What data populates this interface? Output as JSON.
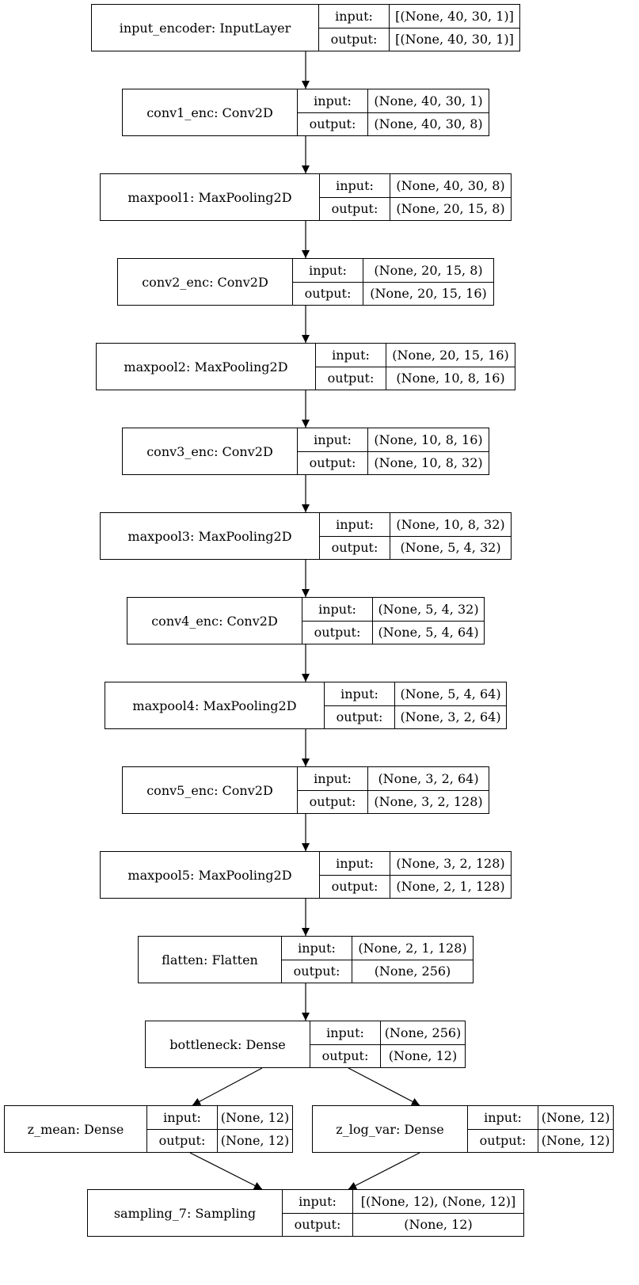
{
  "nodes": [
    {
      "id": "input_encoder",
      "name": "input_encoder: InputLayer",
      "input_label": "input:",
      "output_label": "output:",
      "input_shape": "[(None, 40, 30, 1)]",
      "output_shape": "[(None, 40, 30, 1)]"
    },
    {
      "id": "conv1_enc",
      "name": "conv1_enc: Conv2D",
      "input_label": "input:",
      "output_label": "output:",
      "input_shape": "(None, 40, 30, 1)",
      "output_shape": "(None, 40, 30, 8)"
    },
    {
      "id": "maxpool1",
      "name": "maxpool1: MaxPooling2D",
      "input_label": "input:",
      "output_label": "output:",
      "input_shape": "(None, 40, 30, 8)",
      "output_shape": "(None, 20, 15, 8)"
    },
    {
      "id": "conv2_enc",
      "name": "conv2_enc: Conv2D",
      "input_label": "input:",
      "output_label": "output:",
      "input_shape": "(None, 20, 15, 8)",
      "output_shape": "(None, 20, 15, 16)"
    },
    {
      "id": "maxpool2",
      "name": "maxpool2: MaxPooling2D",
      "input_label": "input:",
      "output_label": "output:",
      "input_shape": "(None, 20, 15, 16)",
      "output_shape": "(None, 10, 8, 16)"
    },
    {
      "id": "conv3_enc",
      "name": "conv3_enc: Conv2D",
      "input_label": "input:",
      "output_label": "output:",
      "input_shape": "(None, 10, 8, 16)",
      "output_shape": "(None, 10, 8, 32)"
    },
    {
      "id": "maxpool3",
      "name": "maxpool3: MaxPooling2D",
      "input_label": "input:",
      "output_label": "output:",
      "input_shape": "(None, 10, 8, 32)",
      "output_shape": "(None, 5, 4, 32)"
    },
    {
      "id": "conv4_enc",
      "name": "conv4_enc: Conv2D",
      "input_label": "input:",
      "output_label": "output:",
      "input_shape": "(None, 5, 4, 32)",
      "output_shape": "(None, 5, 4, 64)"
    },
    {
      "id": "maxpool4",
      "name": "maxpool4: MaxPooling2D",
      "input_label": "input:",
      "output_label": "output:",
      "input_shape": "(None, 5, 4, 64)",
      "output_shape": "(None, 3, 2, 64)"
    },
    {
      "id": "conv5_enc",
      "name": "conv5_enc: Conv2D",
      "input_label": "input:",
      "output_label": "output:",
      "input_shape": "(None, 3, 2, 64)",
      "output_shape": "(None, 3, 2, 128)"
    },
    {
      "id": "maxpool5",
      "name": "maxpool5: MaxPooling2D",
      "input_label": "input:",
      "output_label": "output:",
      "input_shape": "(None, 3, 2, 128)",
      "output_shape": "(None, 2, 1, 128)"
    },
    {
      "id": "flatten",
      "name": "flatten: Flatten",
      "input_label": "input:",
      "output_label": "output:",
      "input_shape": "(None, 2, 1, 128)",
      "output_shape": "(None, 256)"
    },
    {
      "id": "bottleneck",
      "name": "bottleneck: Dense",
      "input_label": "input:",
      "output_label": "output:",
      "input_shape": "(None, 256)",
      "output_shape": "(None, 12)"
    },
    {
      "id": "z_mean",
      "name": "z_mean: Dense",
      "input_label": "input:",
      "output_label": "output:",
      "input_shape": "(None, 12)",
      "output_shape": "(None, 12)"
    },
    {
      "id": "z_log_var",
      "name": "z_log_var: Dense",
      "input_label": "input:",
      "output_label": "output:",
      "input_shape": "(None, 12)",
      "output_shape": "(None, 12)"
    },
    {
      "id": "sampling_7",
      "name": "sampling_7: Sampling",
      "input_label": "input:",
      "output_label": "output:",
      "input_shape": "[(None, 12), (None, 12)]",
      "output_shape": "(None, 12)"
    }
  ],
  "edges": [
    {
      "from": "input_encoder",
      "to": "conv1_enc"
    },
    {
      "from": "conv1_enc",
      "to": "maxpool1"
    },
    {
      "from": "maxpool1",
      "to": "conv2_enc"
    },
    {
      "from": "conv2_enc",
      "to": "maxpool2"
    },
    {
      "from": "maxpool2",
      "to": "conv3_enc"
    },
    {
      "from": "conv3_enc",
      "to": "maxpool3"
    },
    {
      "from": "maxpool3",
      "to": "conv4_enc"
    },
    {
      "from": "conv4_enc",
      "to": "maxpool4"
    },
    {
      "from": "maxpool4",
      "to": "conv5_enc"
    },
    {
      "from": "conv5_enc",
      "to": "maxpool5"
    },
    {
      "from": "maxpool5",
      "to": "flatten"
    },
    {
      "from": "flatten",
      "to": "bottleneck"
    },
    {
      "from": "bottleneck",
      "to": "z_mean"
    },
    {
      "from": "bottleneck",
      "to": "z_log_var"
    },
    {
      "from": "z_mean",
      "to": "sampling_7"
    },
    {
      "from": "z_log_var",
      "to": "sampling_7"
    }
  ]
}
